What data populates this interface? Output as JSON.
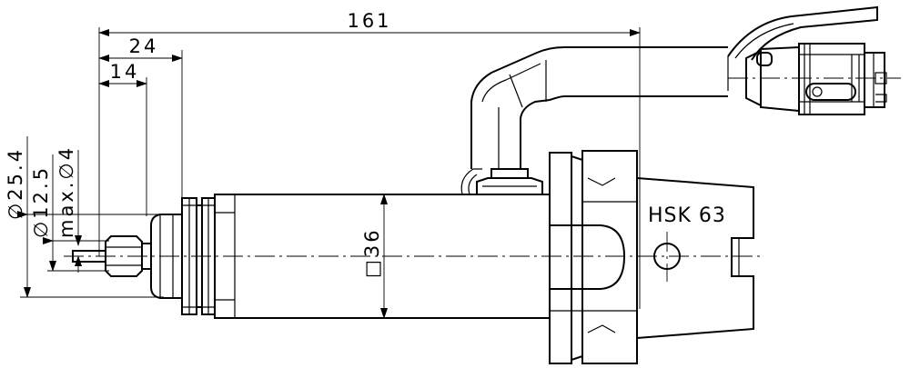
{
  "dimensions": {
    "overall_length": "161",
    "length_24": "24",
    "length_14": "14",
    "dia_25_4": "∅25.4",
    "dia_12_5": "∅12.5",
    "max_dia_4": "max.∅4",
    "square_36": "□36"
  },
  "labels": {
    "interface": "HSK 63"
  }
}
